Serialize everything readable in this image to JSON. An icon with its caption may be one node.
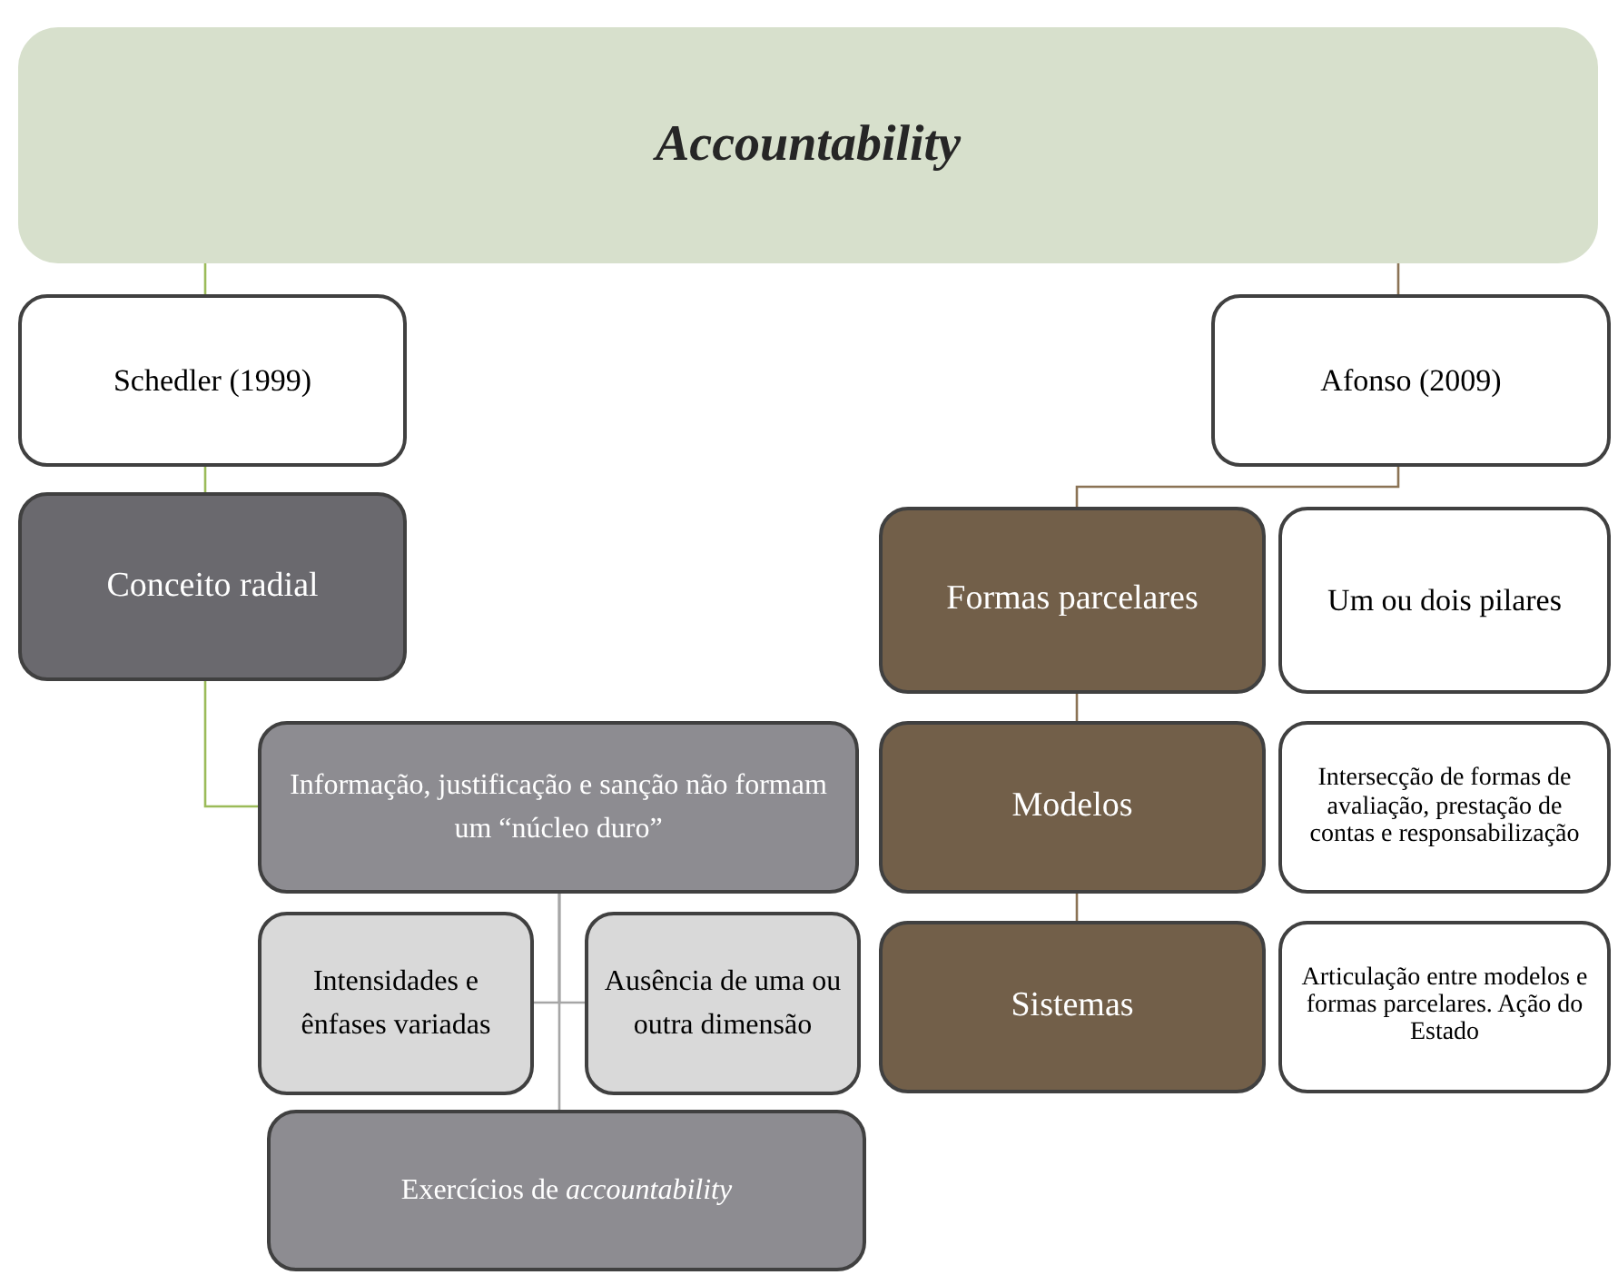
{
  "diagram": {
    "nodes": [
      {
        "text": [
          "Accountability"
        ]
      },
      {
        "text": [
          "Schedler (1999)"
        ]
      },
      {
        "text": [
          "Conceito radial"
        ]
      },
      {
        "text": [
          "Informação, justificação e sanção não formam um “núcleo duro”"
        ]
      },
      {
        "text": [
          "Intensidades e ênfases variadas"
        ]
      },
      {
        "text": [
          "Ausência de uma ou outra dimensão"
        ]
      },
      {
        "text": [
          "Exercícios de *accountability*"
        ]
      },
      {
        "text": [
          "Afonso (2009)"
        ]
      },
      {
        "text": [
          "Formas parcelares"
        ]
      },
      {
        "text": [
          "Um ou dois pilares"
        ]
      },
      {
        "text": [
          "Modelos"
        ]
      },
      {
        "text": [
          "Intersecção de formas de avaliação, prestação de contas e responsabilização"
        ]
      },
      {
        "text": [
          "Sistemas"
        ]
      },
      {
        "text": [
          "Articulação entre modelos e formas parcelares. Ação do Estado"
        ]
      }
    ],
    "edges": [
      {
        "from": 0,
        "to": 1,
        "arrow": "none",
        "color": "#9bbb59"
      },
      {
        "from": 1,
        "to": 2,
        "arrow": "none",
        "color": "#9bbb59"
      },
      {
        "from": 2,
        "to": 3,
        "arrow": "none",
        "color": "#9bbb59"
      },
      {
        "from": 3,
        "to": 4,
        "arrow": "none",
        "color": "#a6a6a6"
      },
      {
        "from": 3,
        "to": 5,
        "arrow": "none",
        "color": "#a6a6a6"
      },
      {
        "from": 3,
        "to": 6,
        "arrow": "none",
        "color": "#a6a6a6"
      },
      {
        "from": 0,
        "to": 7,
        "arrow": "none",
        "color": "#8b7355"
      },
      {
        "from": 7,
        "to": 8,
        "arrow": "none",
        "color": "#8b7355"
      },
      {
        "from": 8,
        "to": 10,
        "arrow": "none",
        "color": "#8b7355"
      },
      {
        "from": 10,
        "to": 12,
        "arrow": "none",
        "color": "#8b7355"
      }
    ]
  }
}
